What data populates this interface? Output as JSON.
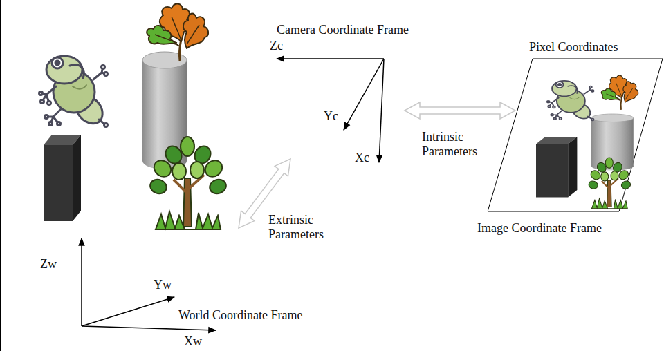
{
  "diagram": {
    "labels": [
      "Camera Coordinate Frame",
      "Zc",
      "Pixel Coordinates",
      "Yc",
      "Intrinsic Parameters",
      "Xc",
      "Extrinsic Parameters",
      "Image Coordinate Frame",
      "Zw",
      "Yw",
      "World Coordinate Frame",
      "Xw"
    ]
  }
}
